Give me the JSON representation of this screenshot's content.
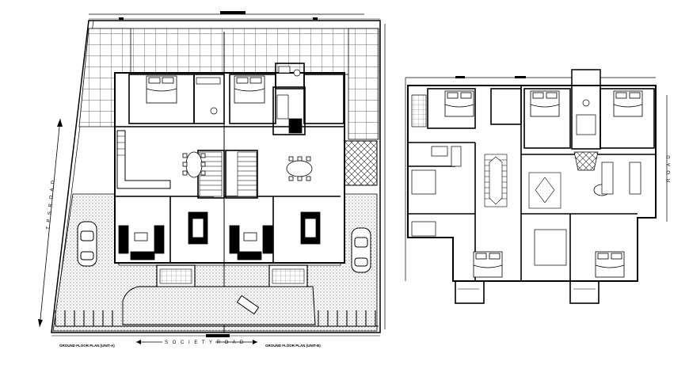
{
  "labels": {
    "left_road": "T P S   R O A D",
    "society_road": "S O C I E T Y   R O A D",
    "left_road_side": "R O A D",
    "caption_left": "GROUND FLOOR PLAN (UNIT-A)",
    "caption_right": "GROUND FLOOR PLAN (UNIT-B)"
  },
  "colors": {
    "line": "#000000",
    "paving": "#d6d6d6",
    "grid": "#444444",
    "background": "#ffffff"
  },
  "icons": [
    "car-icon",
    "bed-icon",
    "dining-table-icon",
    "sofa-icon",
    "staircase-icon",
    "wc-icon"
  ]
}
